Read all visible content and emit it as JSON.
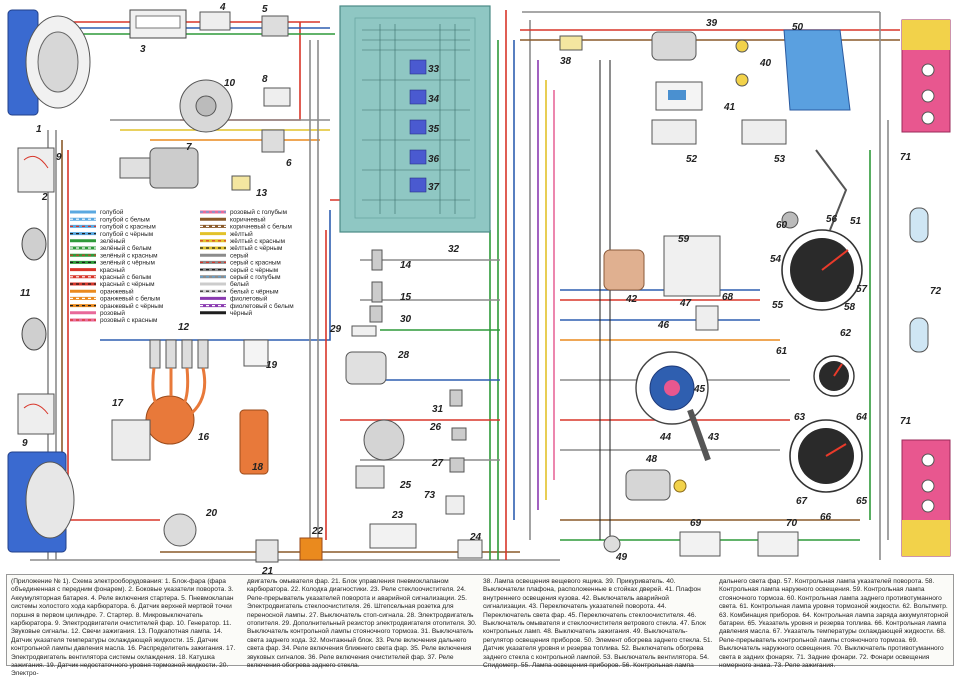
{
  "title": "(Приложение № 1). Схема электрооборудования:",
  "colors": {
    "wire_red": "#d8362a",
    "wire_blue": "#2f5fb0",
    "wire_green": "#2f9a3a",
    "wire_brown": "#8a5a2a",
    "wire_gray": "#8c8c8c",
    "wire_yellow": "#e2c22a",
    "wire_orange": "#ea8a1e",
    "wire_violet": "#8a3ab0",
    "wire_black": "#1e1e1e",
    "wire_pink": "#e8699a",
    "block_teal": "#8fc7c3",
    "lamp_pink": "#e8578f",
    "lamp_yellow": "#f2d24a"
  },
  "legend": [
    {
      "label": "голубой",
      "color": "#5aa8e0",
      "stripe": ""
    },
    {
      "label": "голубой с белым",
      "color": "#5aa8e0",
      "stripe": "#ffffff"
    },
    {
      "label": "голубой с красным",
      "color": "#5aa8e0",
      "stripe": "#d8362a"
    },
    {
      "label": "голубой с чёрным",
      "color": "#5aa8e0",
      "stripe": "#1e1e1e"
    },
    {
      "label": "зелёный",
      "color": "#2f9a3a",
      "stripe": ""
    },
    {
      "label": "зелёный с белым",
      "color": "#2f9a3a",
      "stripe": "#ffffff"
    },
    {
      "label": "зелёный с красным",
      "color": "#2f9a3a",
      "stripe": "#d8362a"
    },
    {
      "label": "зелёный с чёрным",
      "color": "#2f9a3a",
      "stripe": "#1e1e1e"
    },
    {
      "label": "красный",
      "color": "#d8362a",
      "stripe": ""
    },
    {
      "label": "красный с белым",
      "color": "#d8362a",
      "stripe": "#ffffff"
    },
    {
      "label": "красный с чёрным",
      "color": "#d8362a",
      "stripe": "#1e1e1e"
    },
    {
      "label": "оранжевый",
      "color": "#ea8a1e",
      "stripe": ""
    },
    {
      "label": "оранжевый с белым",
      "color": "#ea8a1e",
      "stripe": "#ffffff"
    },
    {
      "label": "оранжевый с чёрным",
      "color": "#ea8a1e",
      "stripe": "#1e1e1e"
    },
    {
      "label": "розовый",
      "color": "#e8699a",
      "stripe": ""
    },
    {
      "label": "розовый с красным",
      "color": "#e8699a",
      "stripe": "#d8362a"
    },
    {
      "label": "розовый с голубым",
      "color": "#e8699a",
      "stripe": "#5aa8e0"
    },
    {
      "label": "коричневый",
      "color": "#8a5a2a",
      "stripe": ""
    },
    {
      "label": "коричневый с белым",
      "color": "#8a5a2a",
      "stripe": "#ffffff"
    },
    {
      "label": "жёлтый",
      "color": "#e2c22a",
      "stripe": ""
    },
    {
      "label": "жёлтый с красным",
      "color": "#e2c22a",
      "stripe": "#d8362a"
    },
    {
      "label": "жёлтый с чёрным",
      "color": "#e2c22a",
      "stripe": "#1e1e1e"
    },
    {
      "label": "серый",
      "color": "#8c8c8c",
      "stripe": ""
    },
    {
      "label": "серый с красным",
      "color": "#8c8c8c",
      "stripe": "#d8362a"
    },
    {
      "label": "серый с чёрным",
      "color": "#8c8c8c",
      "stripe": "#1e1e1e"
    },
    {
      "label": "серый с голубым",
      "color": "#8c8c8c",
      "stripe": "#5aa8e0"
    },
    {
      "label": "белый",
      "color": "#ffffff",
      "stripe": ""
    },
    {
      "label": "белый с чёрным",
      "color": "#ffffff",
      "stripe": "#1e1e1e"
    },
    {
      "label": "фиолетовый",
      "color": "#8a3ab0",
      "stripe": ""
    },
    {
      "label": "фиолетовый с белым",
      "color": "#8a3ab0",
      "stripe": "#ffffff"
    },
    {
      "label": "чёрный",
      "color": "#1e1e1e",
      "stripe": ""
    }
  ],
  "labels": {
    "l1": "1",
    "l2": "2",
    "l3": "3",
    "l4": "4",
    "l5": "5",
    "l6": "6",
    "l7": "7",
    "l8": "8",
    "l9a": "9",
    "l9b": "9",
    "l10": "10",
    "l11": "11",
    "l12": "12",
    "l13": "13",
    "l14": "14",
    "l15": "15",
    "l16": "16",
    "l17": "17",
    "l18": "18",
    "l19": "19",
    "l20": "20",
    "l21": "21",
    "l22": "22",
    "l23": "23",
    "l24": "24",
    "l25": "25",
    "l26": "26",
    "l27": "27",
    "l28": "28",
    "l29": "29",
    "l30": "30",
    "l31": "31",
    "l32": "32",
    "l33": "33",
    "l34": "34",
    "l35": "35",
    "l36": "36",
    "l37": "37",
    "l38": "38",
    "l39": "39",
    "l40": "40",
    "l41": "41",
    "l42": "42",
    "l43": "43",
    "l44": "44",
    "l45": "45",
    "l46": "46",
    "l47": "47",
    "l48": "48",
    "l49": "49",
    "l50": "50",
    "l51": "51",
    "l52": "52",
    "l53": "53",
    "l54": "54",
    "l55": "55",
    "l56": "56",
    "l57": "57",
    "l58": "58",
    "l59": "59",
    "l60": "60",
    "l61": "61",
    "l62": "62",
    "l63": "63",
    "l64": "64",
    "l65": "65",
    "l66": "66",
    "l67": "67",
    "l68": "68",
    "l69": "69",
    "l70": "70",
    "l71a": "71",
    "l71b": "71",
    "l72": "72",
    "l73": "73"
  },
  "caption": {
    "col1": "(Приложение № 1). Схема электрооборудования: 1. Блок-фара (фара объединенная с передним фонарем). 2. Боковые указатели поворота. 3. Аккумуляторная батарея. 4. Реле включения стартера. 5. Пневмоклапан системы холостого хода карбюратора. 6. Датчик верхней мертвой точки поршня в первом цилиндре. 7. Стартер. 8. Микровыключатель карбюратора. 9. Электродвигатели очистителей фар. 10. Генератор. 11. Звуковые сигналы. 12. Свечи зажигания. 13. Подкапотная лампа. 14. Датчик указателя температуры охлаждающей жидкости. 15. Датчик контрольной лампы давления масла. 16. Распределитель зажигания. 17. Электродвигатель вентилятора системы охлаждения. 18. Катушка зажигания. 19. Датчик недостаточного уровня тормозной жидкости. 20. Электро-",
    "col2": "двигатель омывателя фар. 21. Блок управления пневмоклапаном карбюратора. 22. Колодка диагностики. 23. Реле стеклоочистителя. 24. Реле-прерыватель указателей поворота и аварийной сигнализации. 25. Электродвигатель стеклоочистителя. 26. Штепсельная розетка для переносной лампы. 27. Выключатель стоп-сигнала. 28. Электродвигатель отопителя. 29. Дополнительный резистор электродвигателя отопителя. 30. Выключатель контрольной лампы стояночного тормоза. 31. Выключатель света заднего хода. 32. Монтажный блок. 33. Реле включения дальнего света фар. 34. Реле включения ближнего света фар. 35. Реле включения звуковых сигналов. 36. Реле включения очистителей фар. 37. Реле включения обогрева заднего стекла.",
    "col3": "38. Лампа освещения вещевого ящика. 39. Прикуриватель. 40. Выключатели плафона, расположенные в стойках дверей. 41. Плафон внутреннего освещения кузова. 42. Выключатель аварийной сигнализации. 43. Переключатель указателей поворота. 44. Переключатель света фар. 45. Переключатель стеклоочистителя. 46. Выключатель омывателя и стеклоочистителя ветрового стекла. 47. Блок контрольных ламп. 48. Выключатель зажигания. 49. Выключатель-регулятор освещения приборов. 50. Элемент обогрева заднего стекла. 51. Датчик указателя уровня и резерва топлива. 52. Выключатель обогрева заднего стекла с контрольной лампой. 53. Выключатель вентилятора. 54. Спидометр. 55. Лампа освещения приборов. 56. Контрольная лампа",
    "col4": "дальнего света фар. 57. Контрольная лампа указателей поворота. 58. Контрольная лампа наружного освещения. 59. Контрольная лампа стояночного тормоза. 60. Контрольная лампа заднего противотуманного света. 61. Контрольная лампа уровня тормозной жидкости. 62. Вольтметр. 63. Комбинация приборов. 64. Контрольная лампа заряда аккумуляторной батареи. 65. Указатель уровня и резерва топлива. 66. Контрольная лампа давления масла. 67. Указатель температуры охлаждающей жидкости. 68. Реле-прерыватель контрольной лампы стояночного тормоза. 69. Выключатель наружного освещения. 70. Выключатель противотуманного света в задних фонарях. 71. Задние фонари. 72. Фонари освещения номерного знака. 73. Реле зажигания."
  }
}
